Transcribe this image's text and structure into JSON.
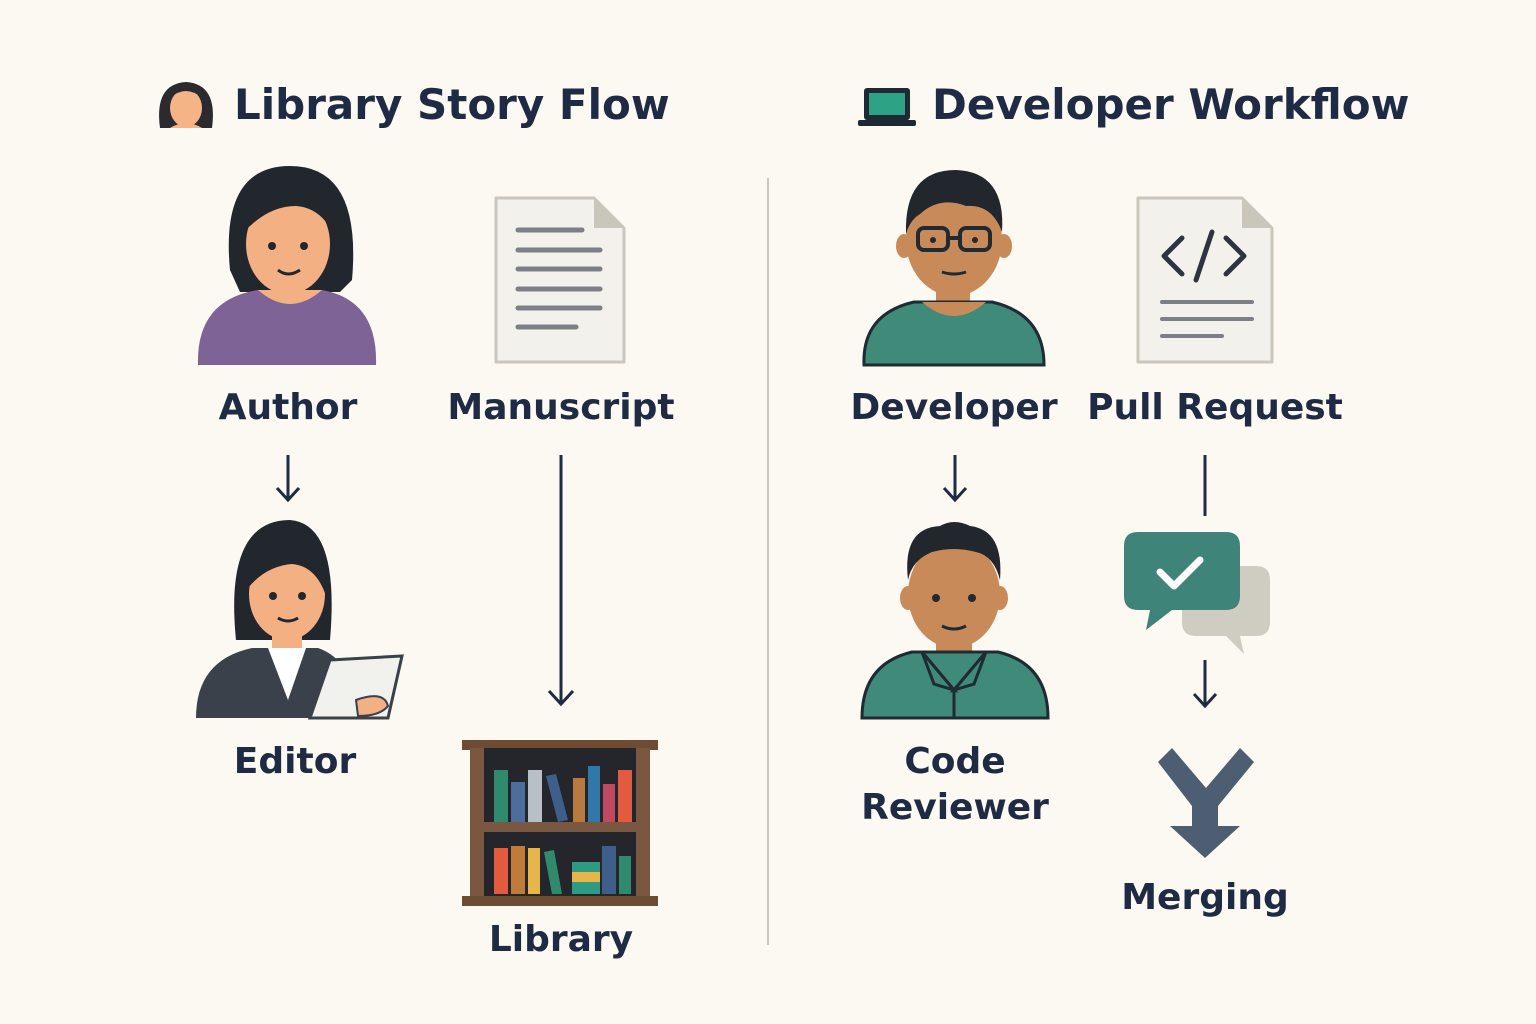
{
  "left": {
    "title": "Library Story Flow",
    "title_icon": "woman-face-icon",
    "nodes": {
      "author": "Author",
      "manuscript": "Manuscript",
      "editor": "Editor",
      "library": "Library"
    }
  },
  "right": {
    "title": "Developer Workflow",
    "title_icon": "laptop-icon",
    "nodes": {
      "developer": "Developer",
      "pull_request": "Pull Request",
      "code_reviewer_line1": "Code",
      "code_reviewer_line2": "Reviewer",
      "merging": "Merging"
    }
  },
  "colors": {
    "background": "#fbf9f1",
    "text": "#1f2a44",
    "author_shirt": "#7e6396",
    "developer_shirt": "#3f8a78",
    "review_bubble": "#3e8478",
    "merge_icon": "#4d5e72"
  }
}
